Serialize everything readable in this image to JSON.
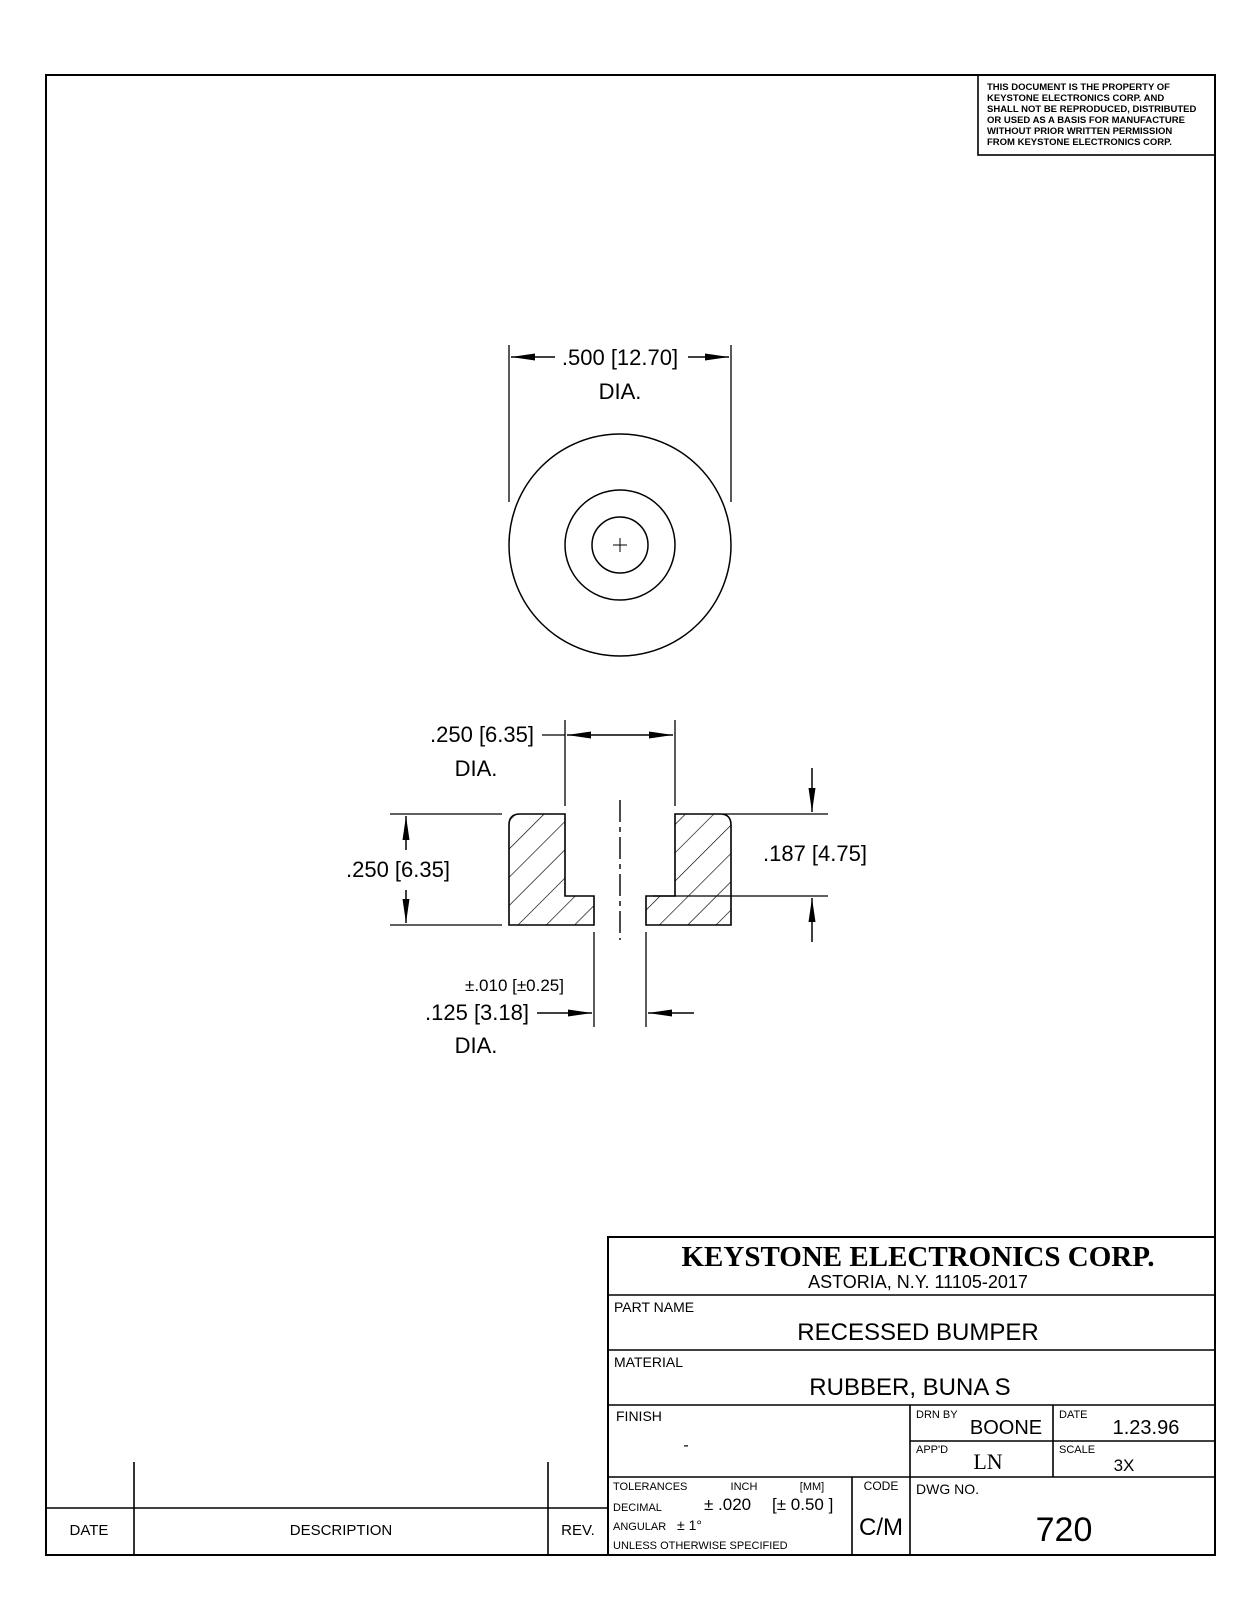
{
  "notice": [
    "THIS DOCUMENT IS THE PROPERTY OF",
    "KEYSTONE ELECTRONICS CORP. AND",
    "SHALL NOT BE REPRODUCED, DISTRIBUTED",
    "OR USED AS A BASIS FOR MANUFACTURE",
    "WITHOUT PRIOR WRITTEN PERMISSION",
    "FROM KEYSTONE ELECTRONICS CORP."
  ],
  "dimensions": {
    "outer_dia": ".500 [12.70]",
    "outer_dia_suffix": "DIA.",
    "recess_dia": ".250 [6.35]",
    "recess_dia_suffix": "DIA.",
    "height": ".250 [6.35]",
    "recess_depth": ".187 [4.75]",
    "hole_tol": "±.010 [±0.25]",
    "hole_dia": ".125 [3.18]",
    "hole_dia_suffix": "DIA."
  },
  "title_block": {
    "company": "KEYSTONE ELECTRONICS CORP.",
    "address": "ASTORIA, N.Y. 11105-2017",
    "part_name_label": "PART NAME",
    "part_name": "RECESSED BUMPER",
    "material_label": "MATERIAL",
    "material": "RUBBER, BUNA S",
    "finish_label": "FINISH",
    "finish": "-",
    "drn_by_label": "DRN BY",
    "drn_by": "BOONE",
    "date_label": "DATE",
    "date": "1.23.96",
    "appd_label": "APP'D",
    "appd": "LN",
    "scale_label": "SCALE",
    "scale": "3X",
    "tolerances_label": "TOLERANCES",
    "inch_label": "INCH",
    "mm_label": "[MM]",
    "code_label": "CODE",
    "code": "C/M",
    "decimal_label": "DECIMAL",
    "decimal_tol": "± .020",
    "decimal_tol_mm": "[± 0.50 ]",
    "angular_label": "ANGULAR",
    "angular_tol": "± 1°",
    "unless_note": "UNLESS OTHERWISE SPECIFIED",
    "dwg_no_label": "DWG NO.",
    "dwg_no": "720"
  },
  "revision_block": {
    "date_label": "DATE",
    "description_label": "DESCRIPTION",
    "rev_label": "REV."
  }
}
